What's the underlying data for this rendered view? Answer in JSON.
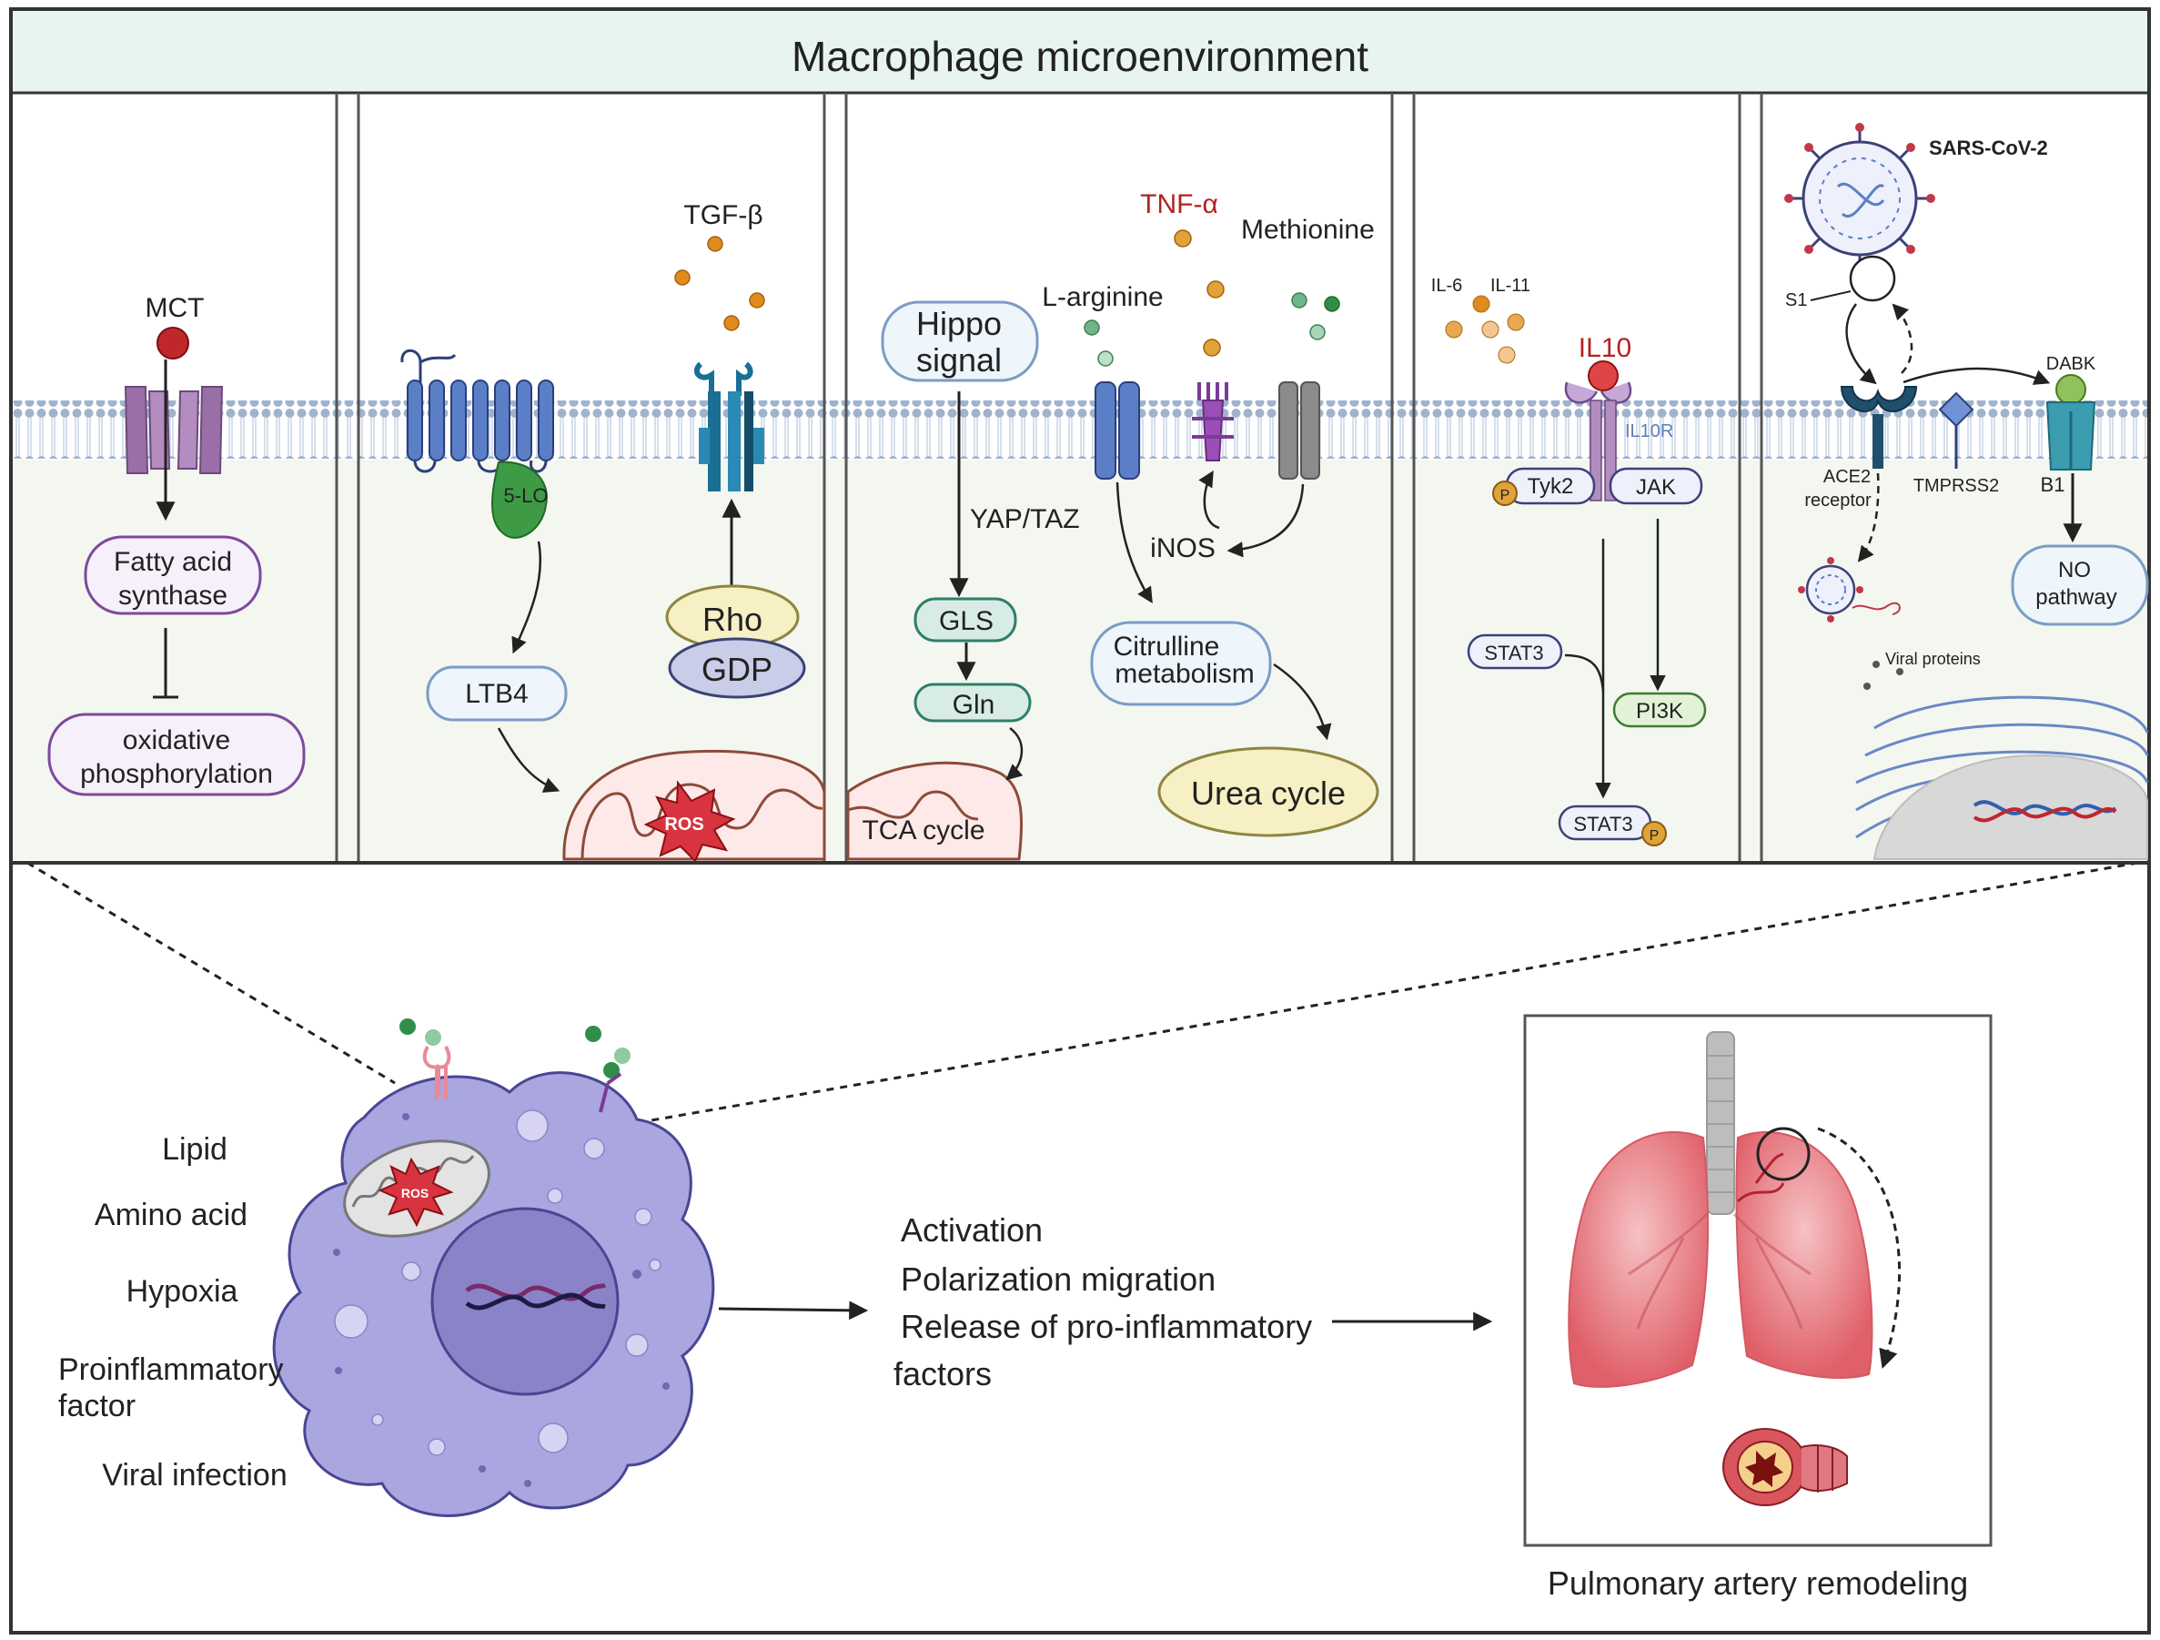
{
  "title": "Macrophage   microenvironment",
  "panel1": {
    "mct": "MCT",
    "fatty_acid_1": "Fatty acid",
    "fatty_acid_2": "synthase",
    "oxphos_1": "oxidative",
    "oxphos_2": "phosphorylation"
  },
  "panel2": {
    "tgf": "TGF-β",
    "five_lo": "5-LO",
    "ltb4": "LTB4",
    "rho": "Rho",
    "gdp": "GDP",
    "ros": "ROS"
  },
  "panel3": {
    "hippo_1": "Hippo",
    "hippo_2": "signal",
    "yap_taz": "YAP/TAZ",
    "gls": "GLS",
    "gln": "Gln",
    "tca": "TCA cycle",
    "l_arginine": "L-arginine",
    "tnf": "TNF-α",
    "methionine": "Methionine",
    "inos": "iNOS",
    "citrulline_1": "Citrulline",
    "citrulline_2": "metabolism",
    "urea": "Urea cycle"
  },
  "panel4": {
    "il6": "IL-6",
    "il11": "IL-11",
    "il10": "IL10",
    "il10r": "IL10R",
    "tyk2": "Tyk2",
    "jak": "JAK",
    "p": "P",
    "stat3": "STAT3",
    "stat3p": "STAT3",
    "pi3k": "PI3K"
  },
  "panel5": {
    "sars": "SARS-CoV-2",
    "s1": "S1",
    "dabk": "DABK",
    "ace2_1": "ACE2",
    "ace2_2": "receptor",
    "tmprss2": "TMPRSS2",
    "b1": "B1",
    "no_1": "NO",
    "no_2": "pathway",
    "viral_proteins": "Viral proteins"
  },
  "factors": [
    "Lipid",
    "Amino acid",
    "Hypoxia",
    "Proinflammatory",
    "factor",
    "Viral infection"
  ],
  "cell_ros": "ROS",
  "effects": [
    "Activation",
    "Polarization migration",
    "Release of pro-inflammatory",
    "factors"
  ],
  "outcome": "Pulmonary artery remodeling",
  "colors": {
    "title_bar": "#e8f4ef",
    "cytoplasm": "#f3f7ef",
    "membrane": "#a9bcd4",
    "cell": "#a9a6e0",
    "nucleus": "#8a83c8",
    "lung": "#e36b72",
    "ros": "#d8343f"
  }
}
